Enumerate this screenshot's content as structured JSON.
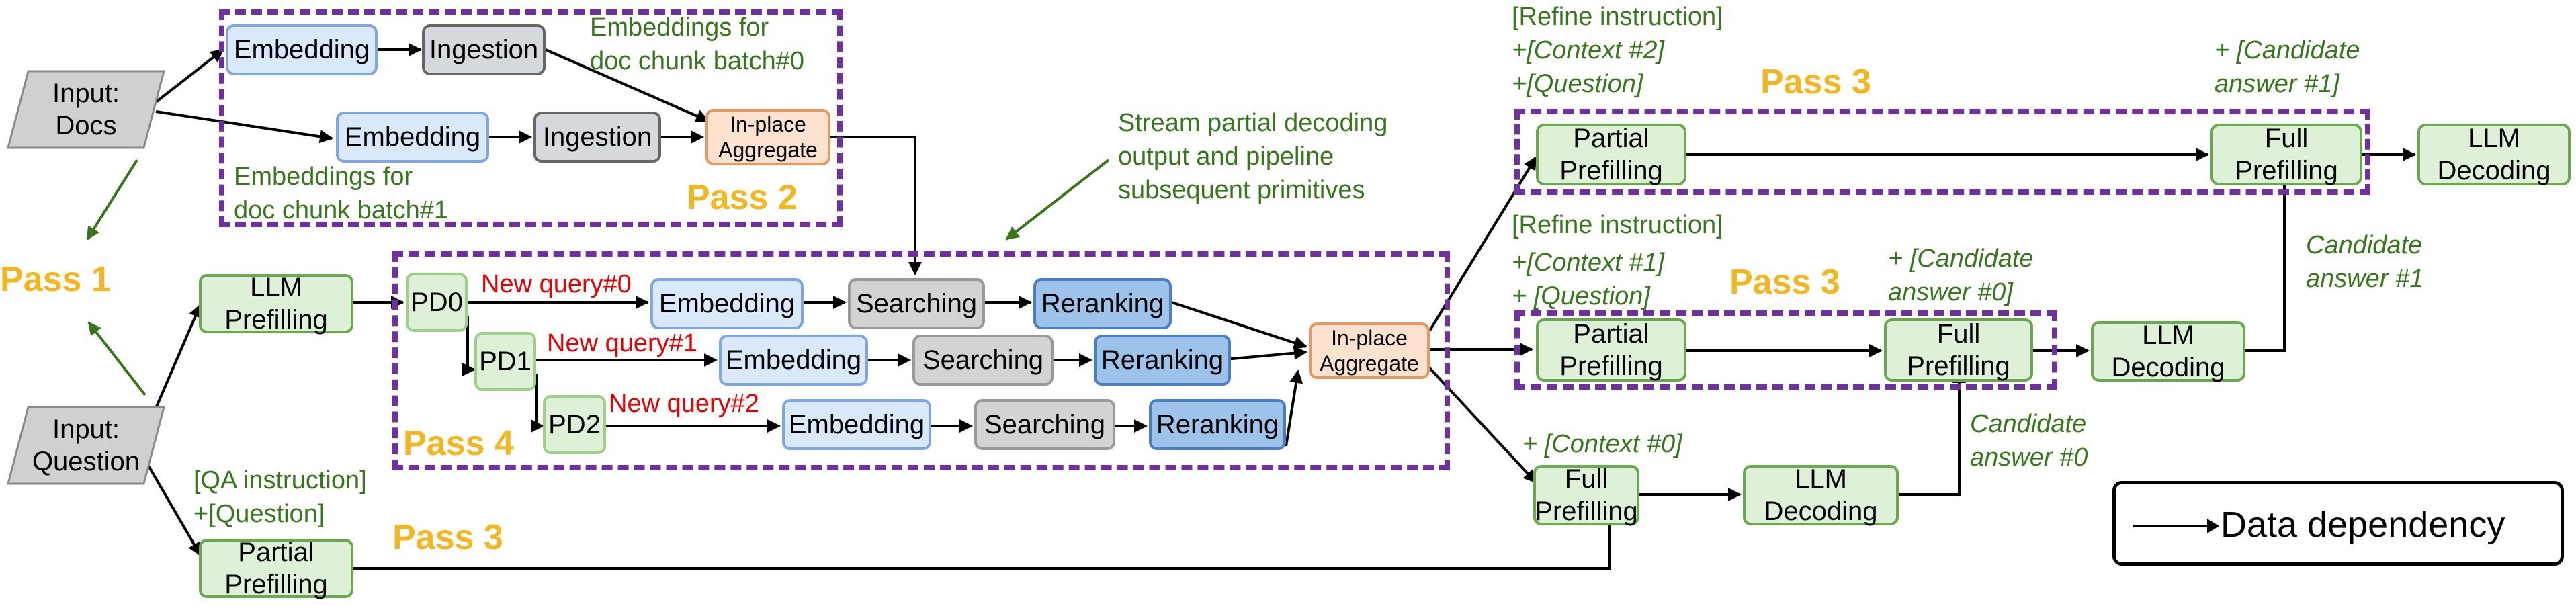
{
  "inputs": {
    "docs": "Input:\nDocs",
    "question": "Input:\nQuestion"
  },
  "pass1": {
    "label": "Pass 1"
  },
  "pass2": {
    "label": "Pass 2",
    "embedding_0": "Embedding",
    "ingestion_0": "Ingestion",
    "embedding_1": "Embedding",
    "ingestion_1": "Ingestion",
    "aggregate": "In-place\nAggregate",
    "note_batch0": "Embeddings for\ndoc chunk batch#0",
    "note_batch1": "Embeddings for\ndoc chunk batch#1"
  },
  "pass4": {
    "label": "Pass 4",
    "llm_prefilling": "LLM\nPrefilling",
    "pd0": "PD0",
    "pd1": "PD1",
    "pd2": "PD2",
    "query0": "New query#0",
    "query1": "New query#1",
    "query2": "New query#2",
    "embedding": "Embedding",
    "searching": "Searching",
    "reranking": "Reranking",
    "aggregate": "In-place\nAggregate",
    "stream_note": "Stream partial decoding\noutput and pipeline\nsubsequent primitives"
  },
  "pass3_bottom": {
    "label": "Pass 3",
    "instruction": "[QA instruction]\n+[Question]",
    "partial_prefilling": "Partial\nPrefilling"
  },
  "pass3_top": {
    "label": "Pass 3",
    "instruction_main": "[Refine instruction]",
    "instruction_italic": "+[Context #2]\n+[Question]",
    "partial_prefilling": "Partial\nPrefilling",
    "candidate_note": "+ [Candidate\nanswer #1]",
    "full_prefilling": "Full\nPrefilling",
    "llm_decoding": "LLM\nDecoding"
  },
  "pass3_middle": {
    "label": "Pass 3",
    "instruction_main": "[Refine instruction]",
    "instruction_italic": "+[Context #1]\n+ [Question]",
    "partial_prefilling": "Partial\nPrefilling",
    "candidate_note": "+ [Candidate\nanswer #0]",
    "full_prefilling": "Full\nPrefilling",
    "llm_decoding": "LLM\nDecoding",
    "candidate_answer": "Candidate\nanswer #1"
  },
  "context0": {
    "note": "+ [Context #0]",
    "full_prefilling": "Full\nPrefilling",
    "llm_decoding": "LLM\nDecoding",
    "candidate_answer": "Candidate\nanswer #0"
  },
  "legend": {
    "label": "Data dependency"
  },
  "colors": {
    "pass_label": "#f4b620",
    "pass_border": "#7030a0",
    "note_green": "#38761d",
    "query_red": "#e60000"
  }
}
